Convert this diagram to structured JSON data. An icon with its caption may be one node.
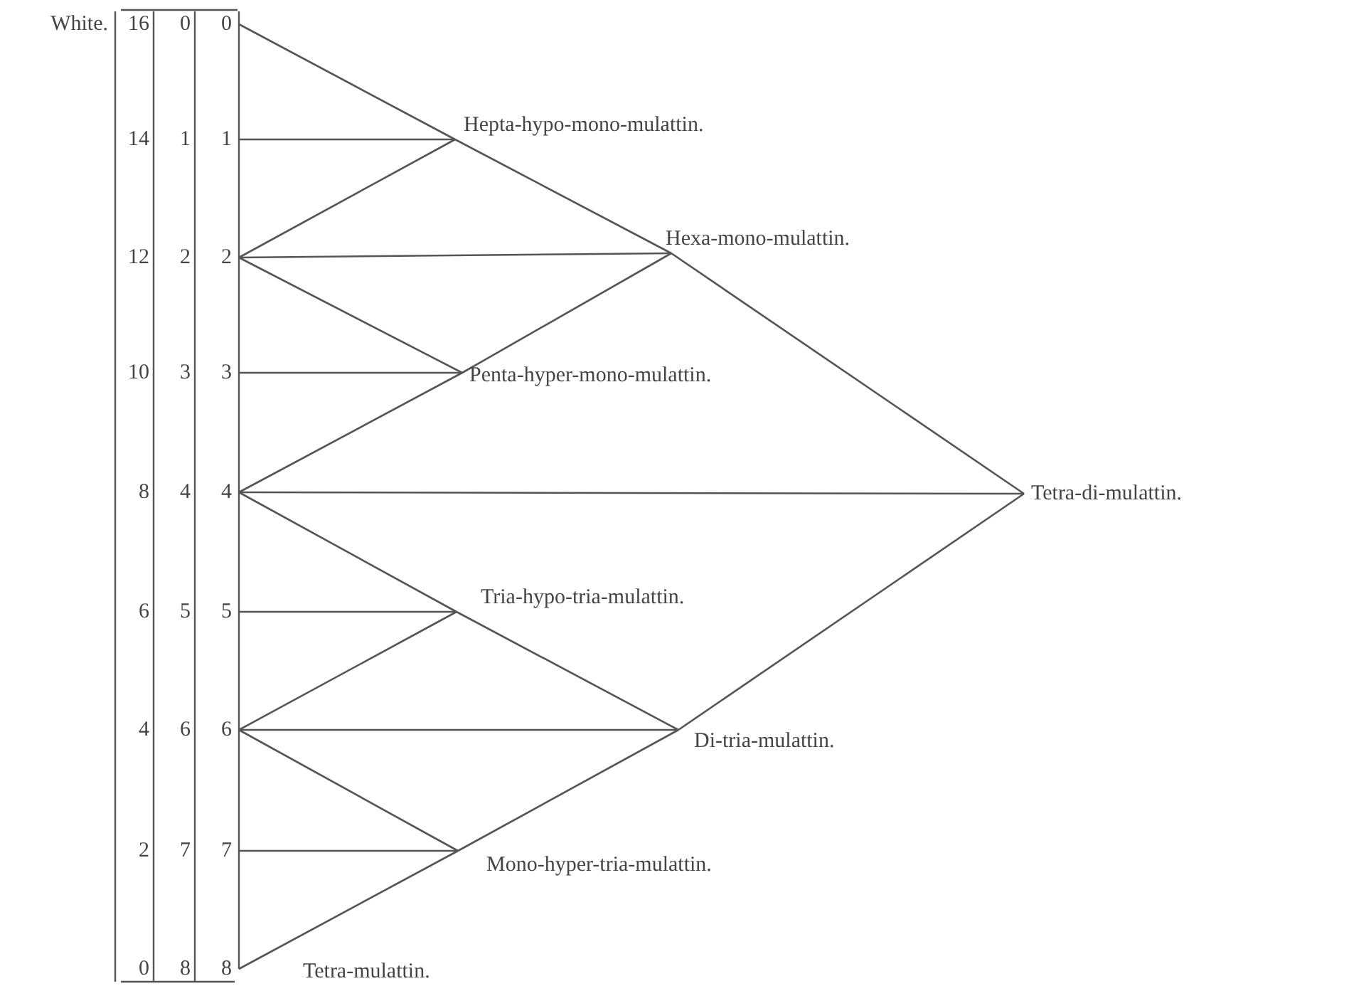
{
  "diagram": {
    "nodes": [
      {
        "text": [
          "0"
        ]
      },
      {
        "text": [
          "1"
        ]
      },
      {
        "text": [
          "2"
        ]
      },
      {
        "text": [
          "3"
        ]
      },
      {
        "text": [
          "4"
        ]
      },
      {
        "text": [
          "5"
        ]
      },
      {
        "text": [
          "6"
        ]
      },
      {
        "text": [
          "7"
        ]
      },
      {
        "text": [
          "8"
        ],
        "beside": [
          "Tetra-mulattin."
        ]
      },
      {
        "text": [
          "Hepta-hypo-mono-mulattin."
        ]
      },
      {
        "text": [
          "Hexa-mono-mulattin."
        ]
      },
      {
        "text": [
          "Penta-hyper-mono-mulattin."
        ]
      },
      {
        "text": [
          "Tetra-di-mulattin."
        ]
      },
      {
        "text": [
          "Tria-hypo-tria-mulattin."
        ]
      },
      {
        "text": [
          "Di-tria-mulattin."
        ]
      },
      {
        "text": [
          "Mono-hyper-tria-mulattin."
        ]
      }
    ],
    "edges": [
      {
        "from": 0,
        "to": 9,
        "arrow": "none"
      },
      {
        "from": 1,
        "to": 9,
        "arrow": "none"
      },
      {
        "from": 2,
        "to": 9,
        "arrow": "none"
      },
      {
        "from": 9,
        "to": 10,
        "arrow": "none"
      },
      {
        "from": 2,
        "to": 10,
        "arrow": "none"
      },
      {
        "from": 2,
        "to": 11,
        "arrow": "none"
      },
      {
        "from": 3,
        "to": 11,
        "arrow": "none"
      },
      {
        "from": 4,
        "to": 11,
        "arrow": "none"
      },
      {
        "from": 11,
        "to": 10,
        "arrow": "none"
      },
      {
        "from": 10,
        "to": 12,
        "arrow": "none"
      },
      {
        "from": 4,
        "to": 12,
        "arrow": "none"
      },
      {
        "from": 4,
        "to": 13,
        "arrow": "none"
      },
      {
        "from": 5,
        "to": 13,
        "arrow": "none"
      },
      {
        "from": 6,
        "to": 13,
        "arrow": "none"
      },
      {
        "from": 13,
        "to": 14,
        "arrow": "none"
      },
      {
        "from": 6,
        "to": 14,
        "arrow": "none"
      },
      {
        "from": 6,
        "to": 15,
        "arrow": "none"
      },
      {
        "from": 7,
        "to": 15,
        "arrow": "none"
      },
      {
        "from": 8,
        "to": 15,
        "arrow": "none"
      },
      {
        "from": 15,
        "to": 14,
        "arrow": "none"
      },
      {
        "from": 14,
        "to": 12,
        "arrow": "none"
      }
    ],
    "labels": [
      "White.",
      "16",
      "0",
      "14",
      "1",
      "12",
      "2",
      "10",
      "3",
      "8",
      "4",
      "6",
      "5",
      "4",
      "6",
      "2",
      "7",
      "0",
      "8"
    ]
  }
}
